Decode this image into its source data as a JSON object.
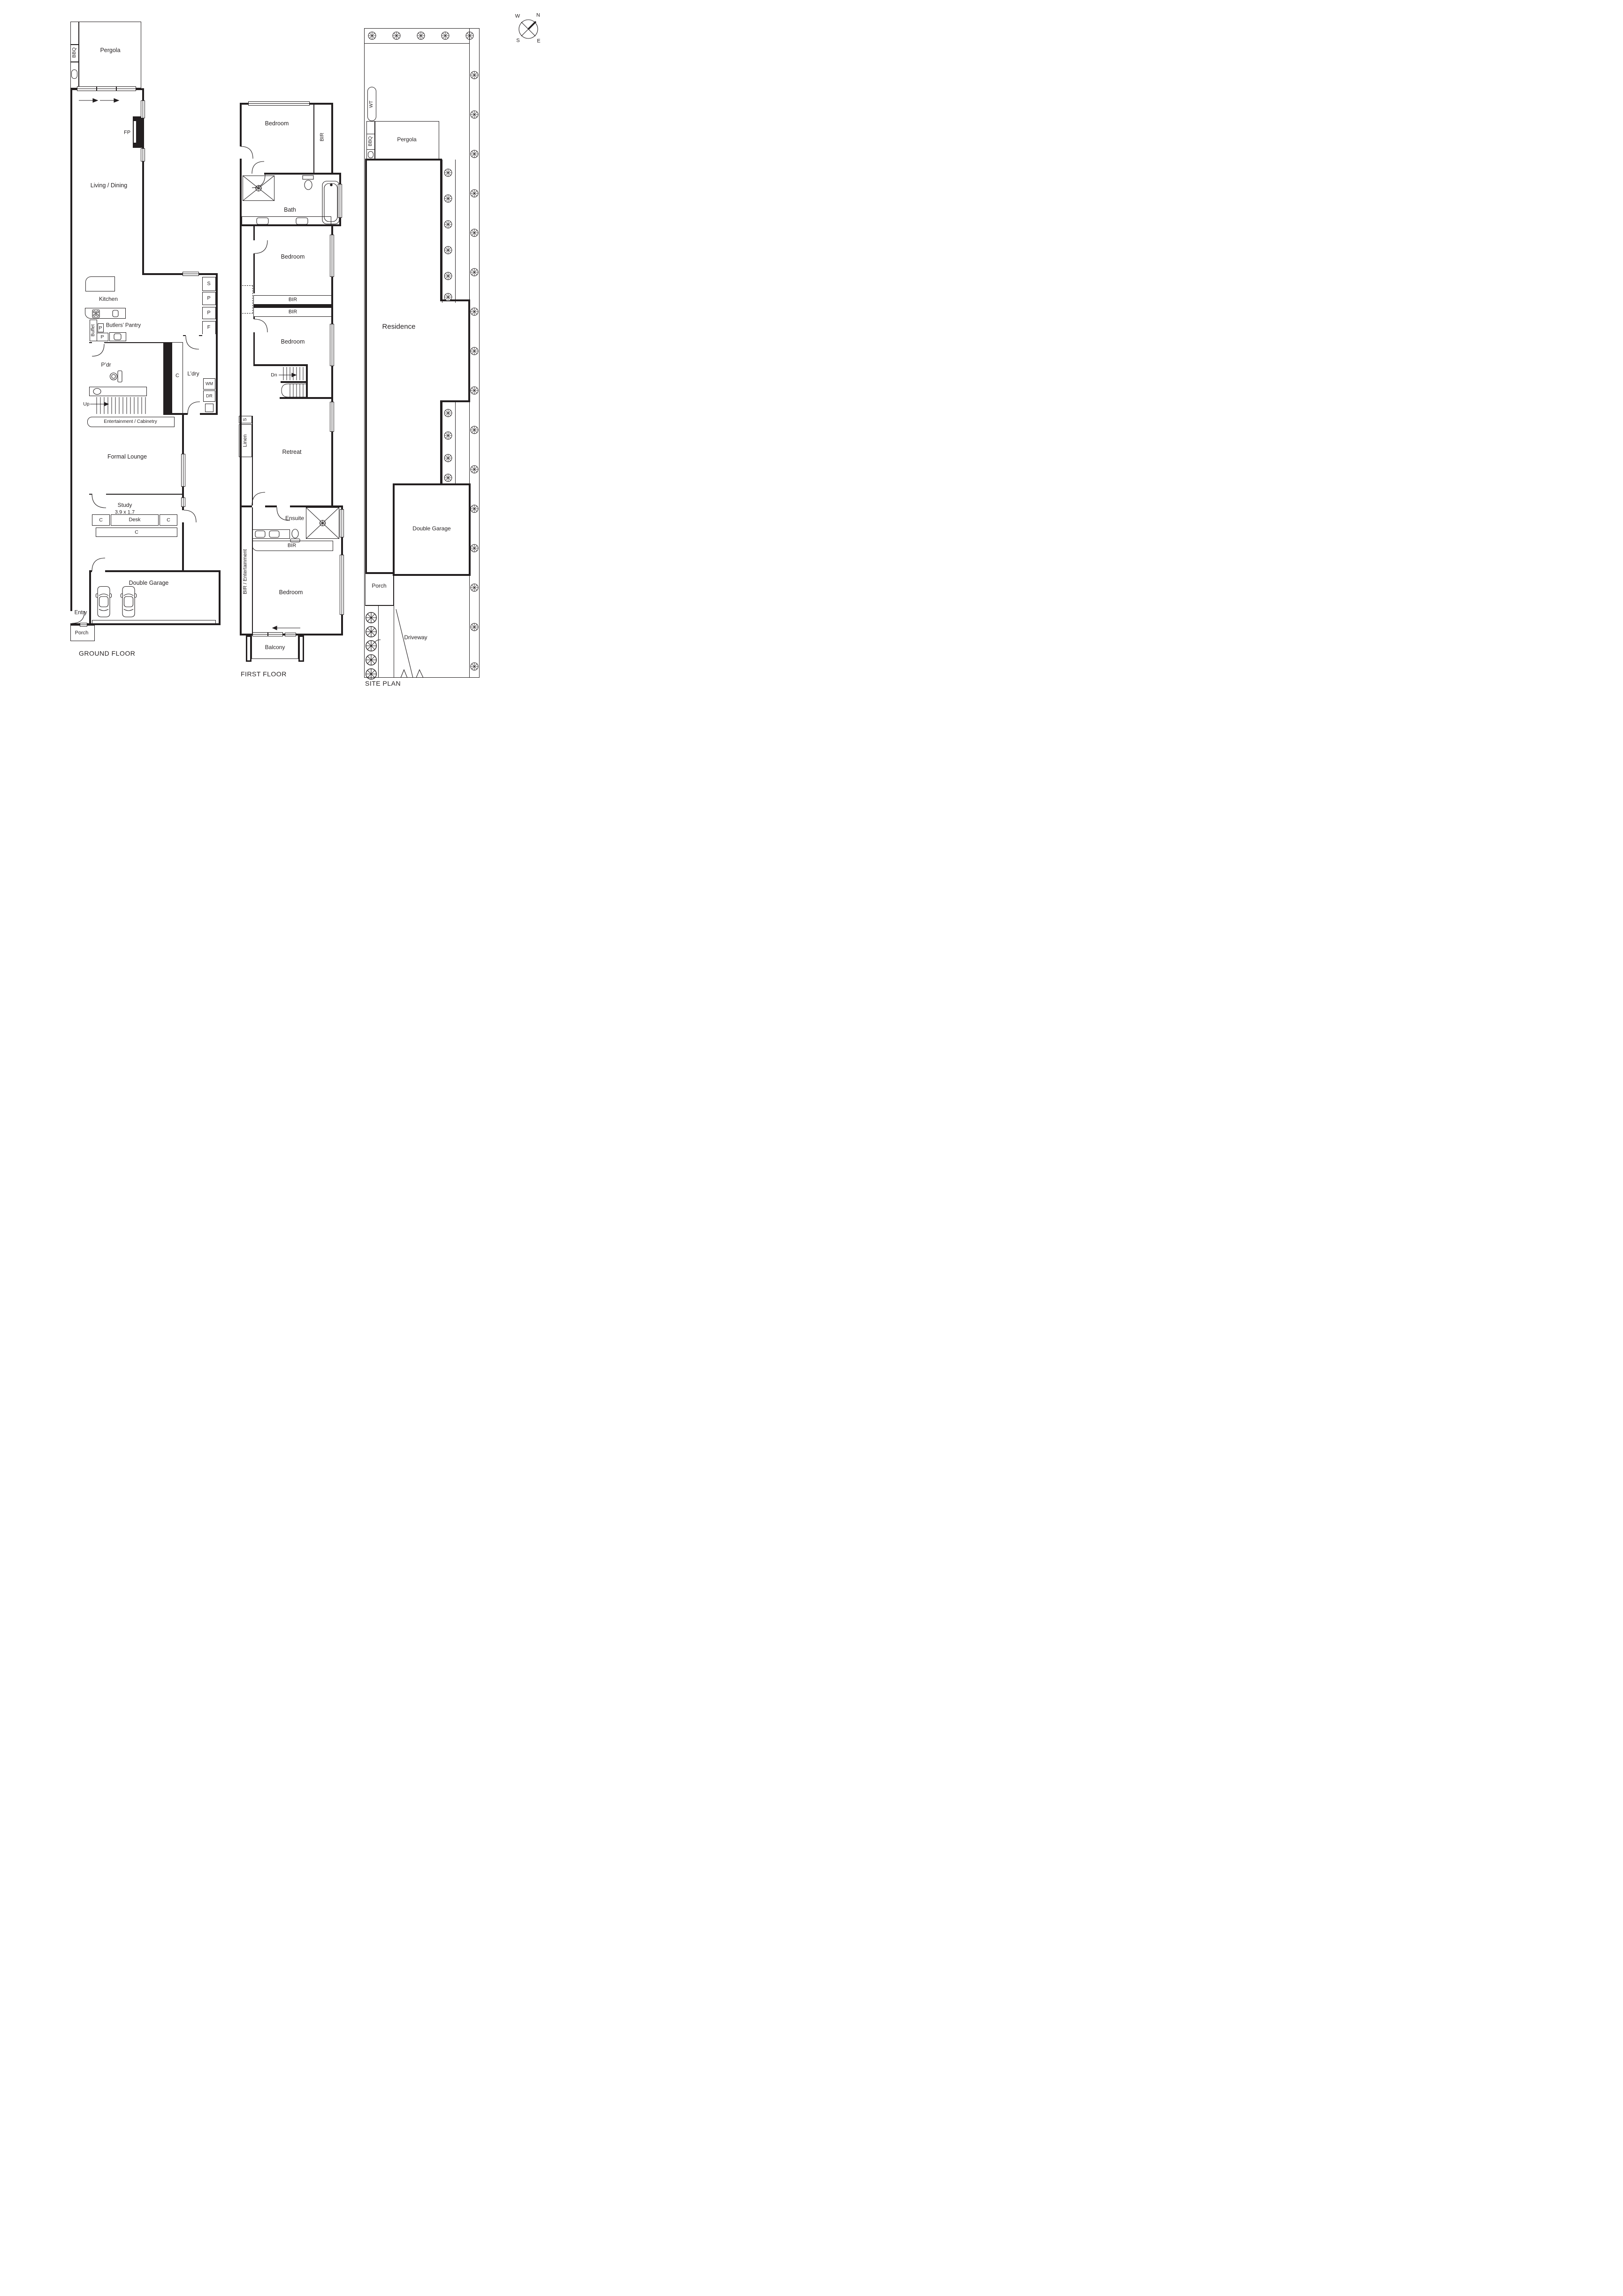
{
  "ink": "#231f20",
  "ground_floor": {
    "title": "GROUND FLOOR",
    "pergola": "Pergola",
    "bbq": "BBQ",
    "fp": "FP",
    "living_dining": "Living / Dining",
    "kitchen": "Kitchen",
    "closet_s": "S",
    "pantry_p": "P",
    "closet_f": "F",
    "buffet": "Buffet",
    "butlers_pantry": "Butlers’ Pantry",
    "pdr": "P’dr",
    "chute_c": "C",
    "laundry": "L’dry",
    "wm": "WM",
    "dr": "DR",
    "up": "Up",
    "entertainment": "Entertainment / Cabinetry",
    "formal_lounge": "Formal Lounge",
    "study": "Study",
    "study_dims": "3.9 x 1.7",
    "desk": "Desk",
    "cupboard_c": "C",
    "double_garage": "Double Garage",
    "entry": "Entry",
    "porch": "Porch"
  },
  "first_floor": {
    "title": "FIRST FLOOR",
    "bedroom": "Bedroom",
    "bir": "BIR",
    "bath": "Bath",
    "dn": "Dn",
    "closet_s": "S",
    "linen": "Linen",
    "retreat": "Retreat",
    "ensuite": "Ensuite",
    "bir_entertainment": "BIR / Entertainment",
    "balcony": "Balcony"
  },
  "site_plan": {
    "title": "SITE PLAN",
    "wt": "WT",
    "bbq": "BBQ",
    "pergola": "Pergola",
    "residence": "Residence",
    "double_garage": "Double Garage",
    "porch": "Porch",
    "driveway": "Driveway",
    "compass": {
      "n": "N",
      "s": "S",
      "e": "E",
      "w": "W"
    }
  }
}
